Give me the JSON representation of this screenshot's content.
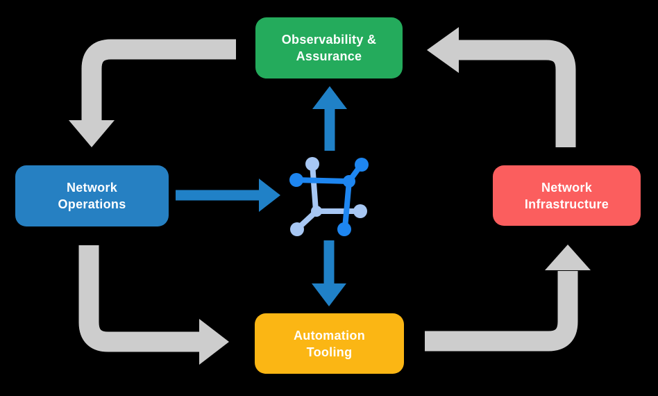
{
  "title": "Network automation cycle diagram",
  "nodes": {
    "observability": {
      "lines": [
        "Observability &",
        "Assurance"
      ],
      "color": "#24AB5C"
    },
    "operations": {
      "lines": [
        "Network",
        "Operations"
      ],
      "color": "#2680C2"
    },
    "infrastructure": {
      "lines": [
        "Network",
        "Infrastructure"
      ],
      "color": "#FB5E5E"
    },
    "tooling": {
      "lines": [
        "Automation",
        "Tooling"
      ],
      "color": "#FBB614"
    }
  },
  "colors": {
    "background": "#000000",
    "label_text": "#FFFFFF",
    "gray_arrow": "#CDCDCD",
    "blue_arrow": "#2081C7",
    "icon_dark_blue": "#1E86F0",
    "icon_light_blue": "#A7C7F3"
  },
  "center_icon": {
    "name": "network-automation-icon"
  }
}
